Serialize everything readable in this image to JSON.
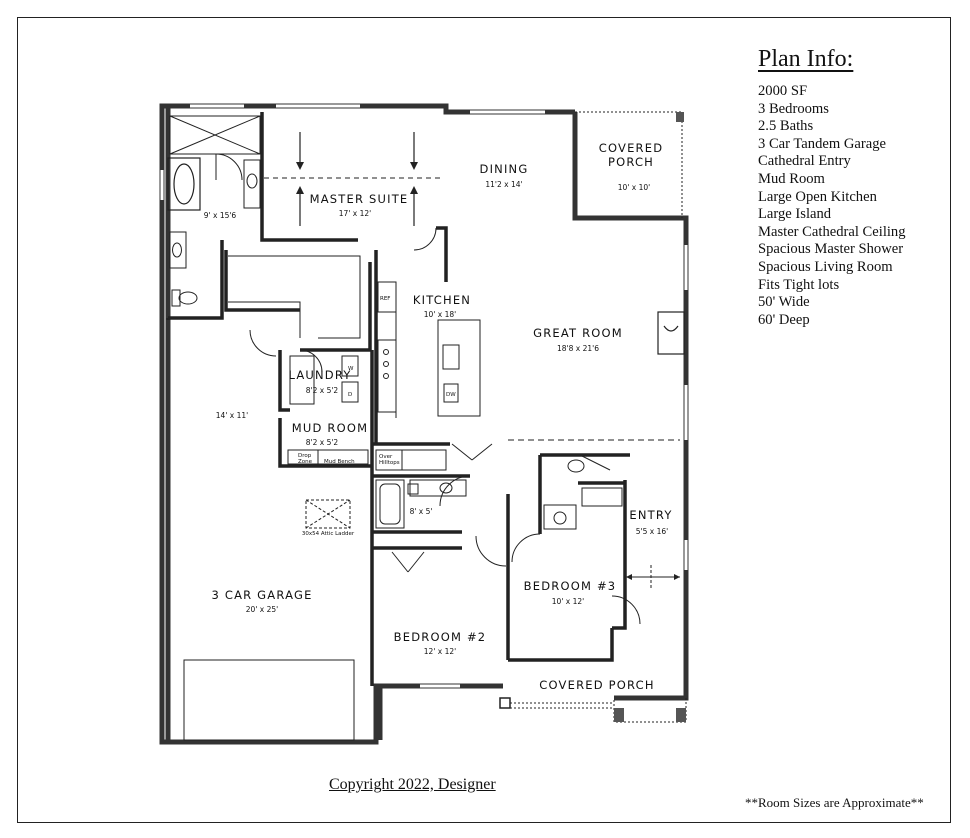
{
  "plan_info": {
    "title": "Plan Info:",
    "items": [
      "2000 SF",
      "3 Bedrooms",
      "2.5 Baths",
      "3 Car Tandem Garage",
      "Cathedral Entry",
      "Mud Room",
      "Large Open Kitchen",
      "Large Island",
      "Master Cathedral Ceiling",
      "Spacious Master Shower",
      "Spacious Living Room",
      "Fits Tight lots",
      "50' Wide",
      "60' Deep"
    ]
  },
  "rooms": {
    "covered_porch_top": {
      "name_line1": "COVERED",
      "name_line2": "PORCH",
      "size": "10' x 10'"
    },
    "dining": {
      "name": "DINING",
      "size": "11'2 x 14'"
    },
    "master_suite": {
      "name": "MASTER SUITE",
      "size": "17' x 12'"
    },
    "master_bath": {
      "size": "9' x 15'6"
    },
    "kitchen": {
      "name": "KITCHEN",
      "size": "10' x 18'"
    },
    "great_room": {
      "name": "GREAT ROOM",
      "size": "18'8 x 21'6"
    },
    "laundry": {
      "name": "LAUNDRY",
      "size": "8'2 x 5'2"
    },
    "mud_room": {
      "name": "MUD ROOM",
      "size": "8'2 x 5'2"
    },
    "storage": {
      "size": "14' x 11'"
    },
    "garage": {
      "name": "3 CAR GARAGE",
      "size": "20' x 25'"
    },
    "bath2": {
      "size": "8' x 5'"
    },
    "bedroom2": {
      "name": "BEDROOM #2",
      "size": "12' x 12'"
    },
    "bedroom3": {
      "name": "BEDROOM #3",
      "size": "10' x 12'"
    },
    "entry": {
      "name": "ENTRY",
      "size": "5'5 x 16'"
    },
    "covered_porch_bottom": {
      "name": "COVERED PORCH"
    }
  },
  "fixtures": {
    "drop_zone_line1": "Drop",
    "drop_zone_line2": "Zone",
    "mud_bench": "Mud Bench",
    "over_line1": "Over",
    "over_line2": "Hilltops",
    "dw": "DW",
    "ref": "REF",
    "attic_ladder": "30x54 Attic Ladder",
    "washer": "W",
    "dryer": "D"
  },
  "copyright": "Copyright 2022, Designer",
  "note": "**Room Sizes are Approximate**"
}
